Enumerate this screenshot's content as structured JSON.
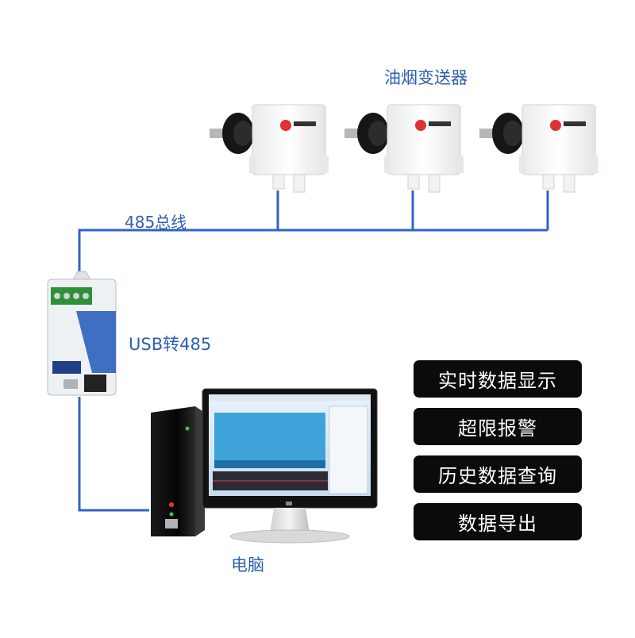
{
  "labels": {
    "sensor_group": "油烟变送器",
    "bus": "485总线",
    "converter": "USB转485",
    "computer": "电脑"
  },
  "features": [
    "实时数据显示",
    "超限报警",
    "历史数据查询",
    "数据导出"
  ],
  "colors": {
    "wire": "#2f63c9",
    "label": "#2f5fae",
    "feature_bg": "#0b0b0b"
  }
}
